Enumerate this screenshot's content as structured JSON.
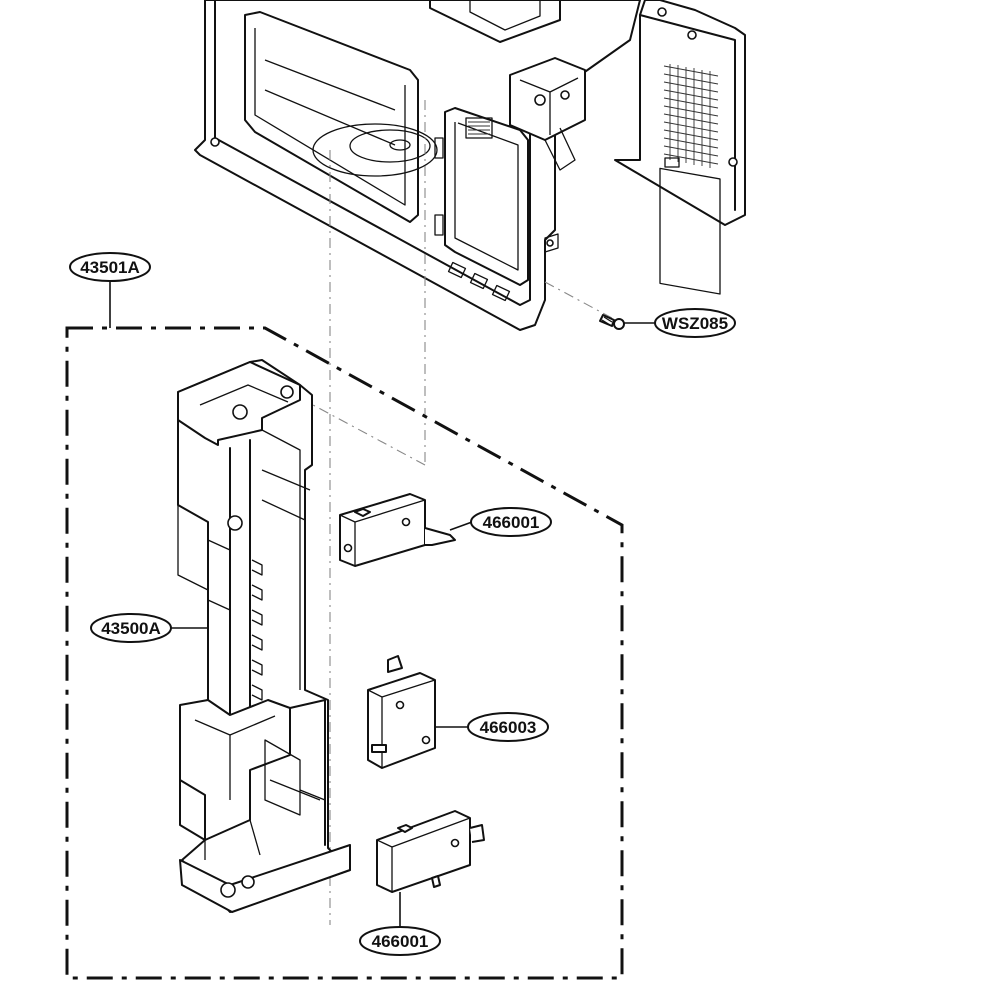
{
  "callouts": [
    {
      "id": "c1",
      "label": "43501A"
    },
    {
      "id": "c2",
      "label": "WSZ085"
    },
    {
      "id": "c3",
      "label": "466001"
    },
    {
      "id": "c4",
      "label": "43500A"
    },
    {
      "id": "c5",
      "label": "466003"
    },
    {
      "id": "c6",
      "label": "466001"
    }
  ],
  "parts": {
    "cavity": "oven-cavity",
    "latch_holder": "door-latch-holder",
    "switches": [
      "microswitch",
      "microswitch",
      "microswitch"
    ],
    "screw": "screw"
  }
}
